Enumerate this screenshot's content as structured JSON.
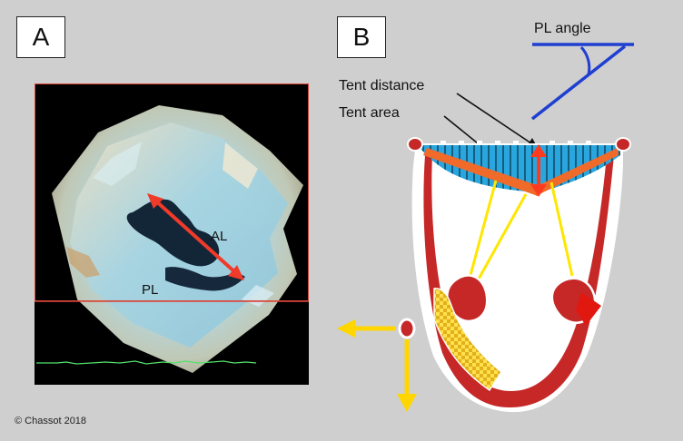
{
  "panels": {
    "a_label": "A",
    "b_label": "B"
  },
  "echo": {
    "al_label": "AL",
    "pl_label": "PL"
  },
  "diagram": {
    "pl_angle_label": "PL angle",
    "tent_distance_label": "Tent distance",
    "tent_area_label": "Tent area"
  },
  "footer": {
    "copyright": "© Chassot 2018"
  },
  "colors": {
    "background": "#cfcfcf",
    "myocardium": "#c62828",
    "leaflet": "#f06a2a",
    "tent_area": "#29a8df",
    "chordae": "#ffe600",
    "pl_angle": "#1f3fd1",
    "arrows": "#ff3b1f",
    "yellow_axis": "#ffd600"
  },
  "icons": {
    "axis_left": "arrow-left-icon",
    "axis_down": "arrow-down-icon",
    "tent_distance_arrow": "double-arrow-vertical-icon",
    "al_arrow": "double-arrow-diagonal-icon"
  }
}
